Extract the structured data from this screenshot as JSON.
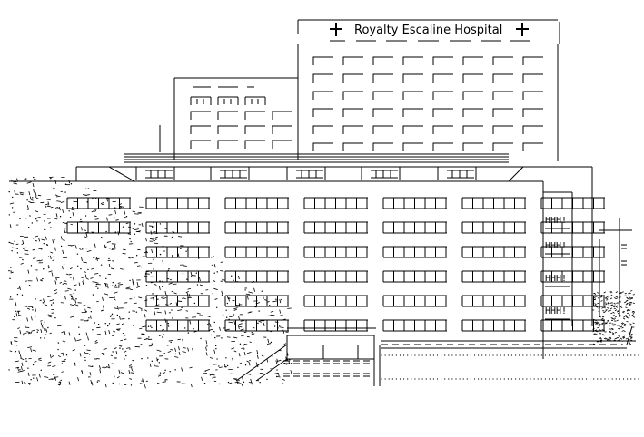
{
  "hospital": {
    "name": "Royalty Escaline Hospital"
  },
  "signage": {
    "h_marks": [
      "HHH!",
      "HHH!",
      "HHH!",
      "HHH!"
    ]
  }
}
